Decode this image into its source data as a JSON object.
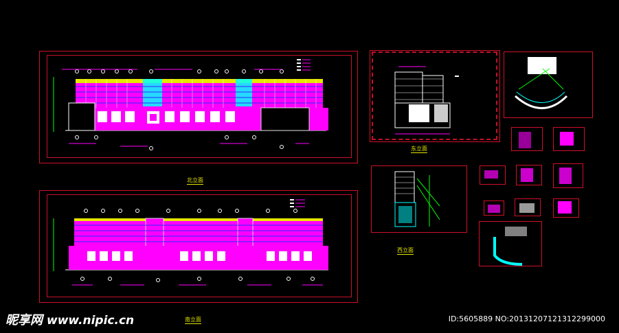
{
  "drawing": {
    "labels": {
      "north": "北立面",
      "south": "南立面",
      "east": "东立面",
      "west": "西立面"
    }
  },
  "watermark": {
    "brand": "昵享网",
    "site": "www.nipic.cn",
    "id_text": "ID:5605889 NO:20131207121312299000"
  },
  "colors": {
    "background": "#000000",
    "frame": "#d0102a",
    "label": "#e6e600",
    "facade_magenta": "#ff00ff",
    "facade_cyan": "#00ffff",
    "outline_white": "#ffffff",
    "green": "#00ff00"
  }
}
